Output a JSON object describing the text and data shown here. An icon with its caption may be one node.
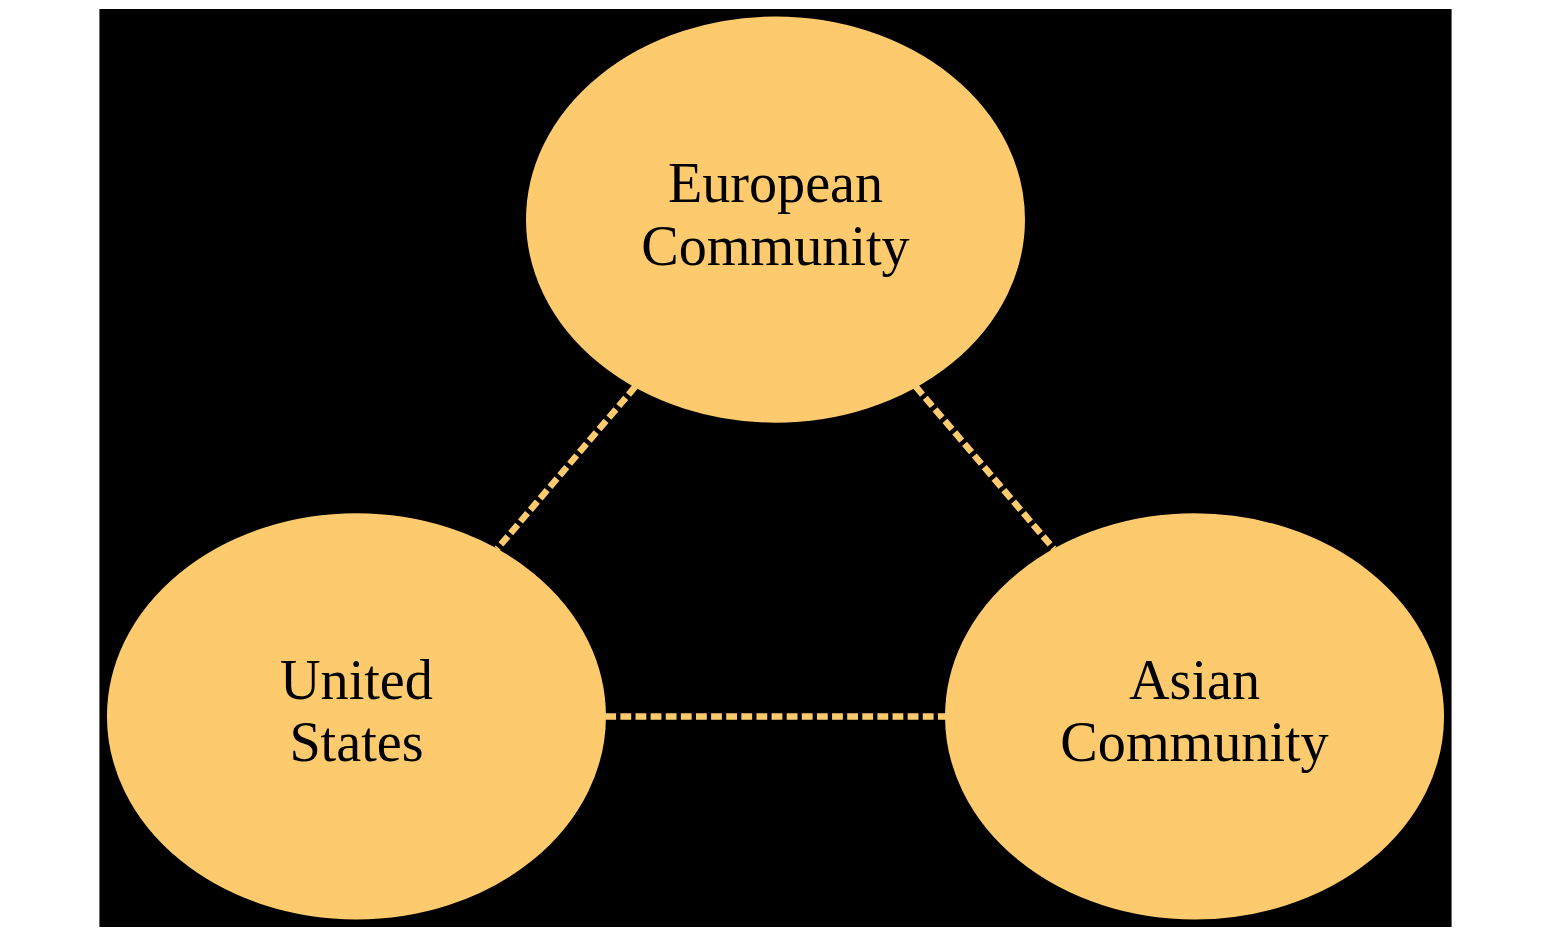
{
  "diagram": {
    "nodes": [
      {
        "text": [
          "European Community"
        ]
      },
      {
        "text": [
          "United States"
        ]
      },
      {
        "text": [
          "Asian Community"
        ]
      }
    ],
    "edges": [
      {
        "from": 0,
        "to": 1,
        "arrow": "none",
        "style": "dashed"
      },
      {
        "from": 0,
        "to": 2,
        "arrow": "none",
        "style": "dashed"
      },
      {
        "from": 1,
        "to": 2,
        "arrow": "none",
        "style": "dashed"
      }
    ]
  }
}
